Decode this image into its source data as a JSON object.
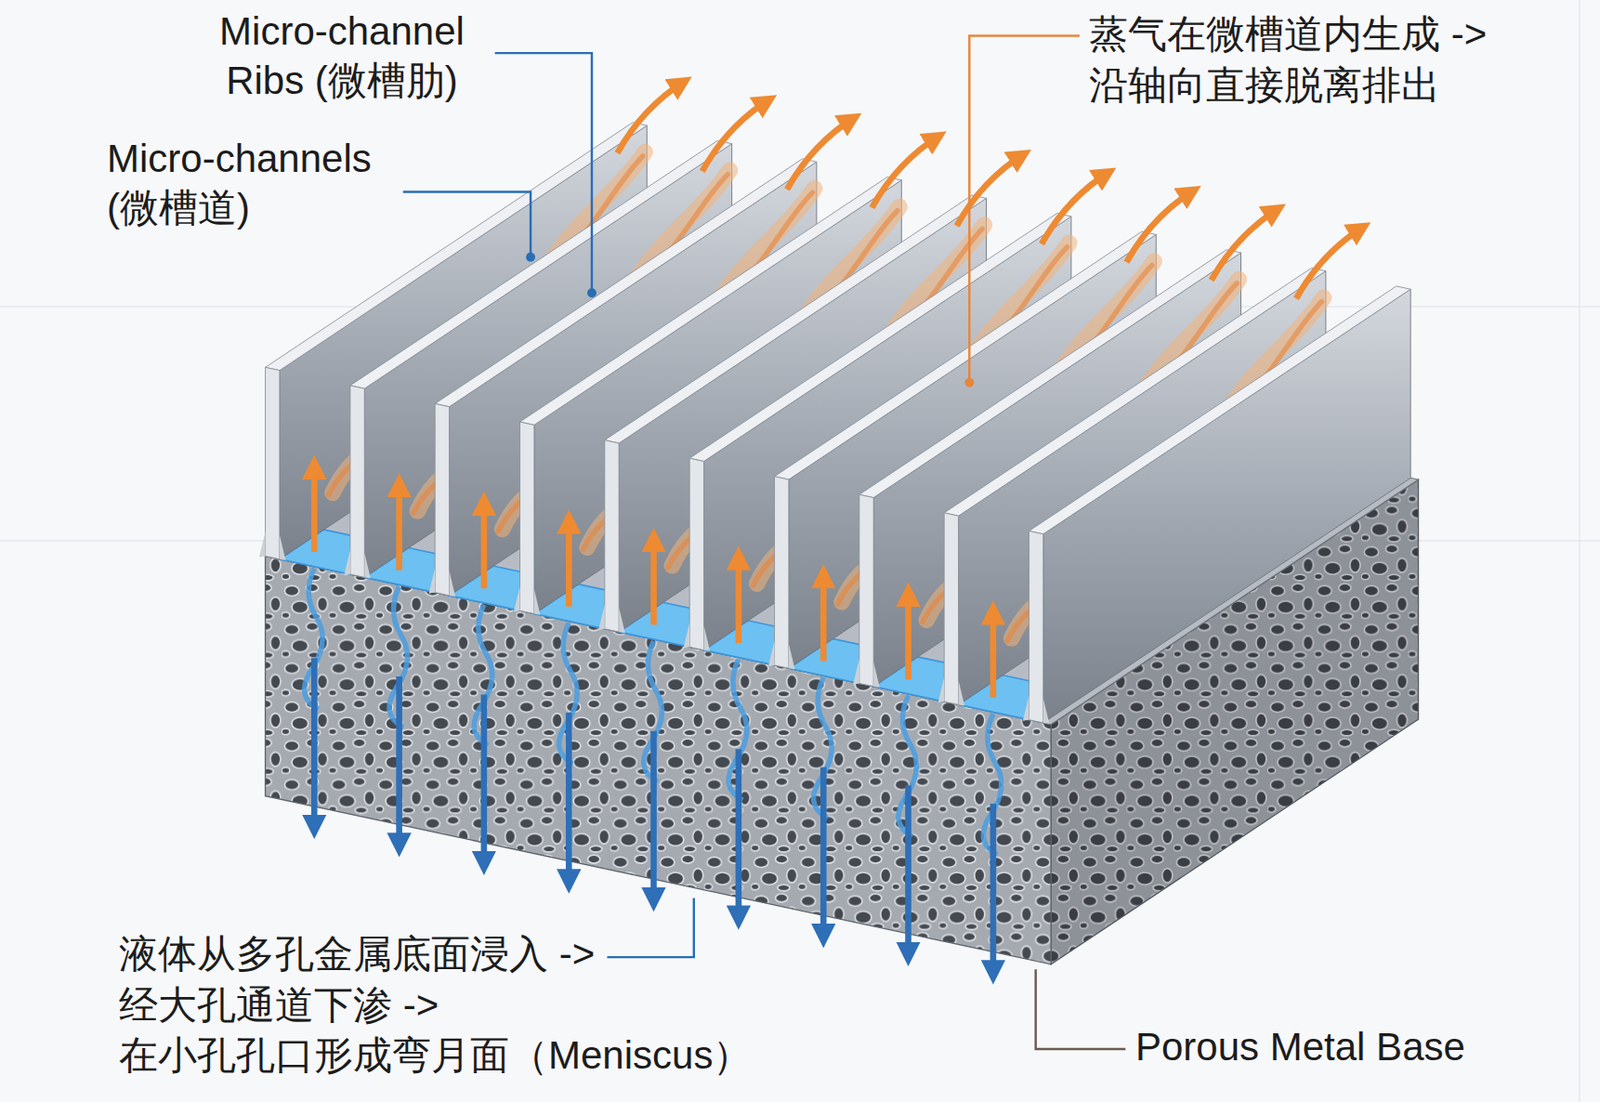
{
  "diagram": {
    "labels": [
      "Micro-channel Ribs (微槽肋)",
      "Micro-channels (微槽道)",
      "蒸气在微槽道内生成 -> 沿轴向直接脱离排出",
      "液体从多孔金属底面浸入 -> 经大孔通道下渗 -> 在小孔孔口形成弯月面（Meniscus）",
      "Porous Metal Base"
    ]
  }
}
